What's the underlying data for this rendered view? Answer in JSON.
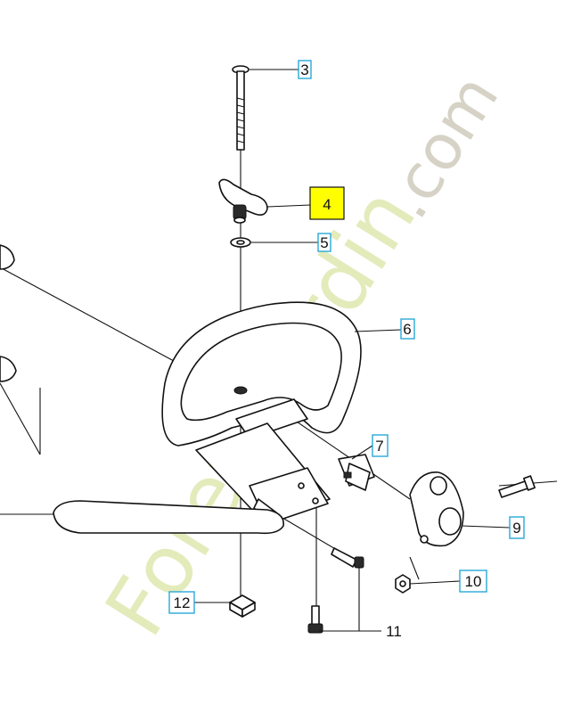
{
  "watermark": {
    "part1": "Foret",
    "part2": "Jardin",
    "part3": ".com"
  },
  "callouts": [
    {
      "id": "3",
      "style": "boxed"
    },
    {
      "id": "4",
      "style": "highlighted"
    },
    {
      "id": "5",
      "style": "boxed"
    },
    {
      "id": "6",
      "style": "boxed"
    },
    {
      "id": "7",
      "style": "boxed"
    },
    {
      "id": "9",
      "style": "boxed"
    },
    {
      "id": "10",
      "style": "boxed"
    },
    {
      "id": "11",
      "style": "plain"
    },
    {
      "id": "12",
      "style": "boxed"
    }
  ],
  "colors": {
    "box_border": "#29a8d8",
    "highlight_fill": "#ffff00",
    "watermark_green": "#dfe8b0",
    "watermark_grey": "#c9c3b4"
  }
}
